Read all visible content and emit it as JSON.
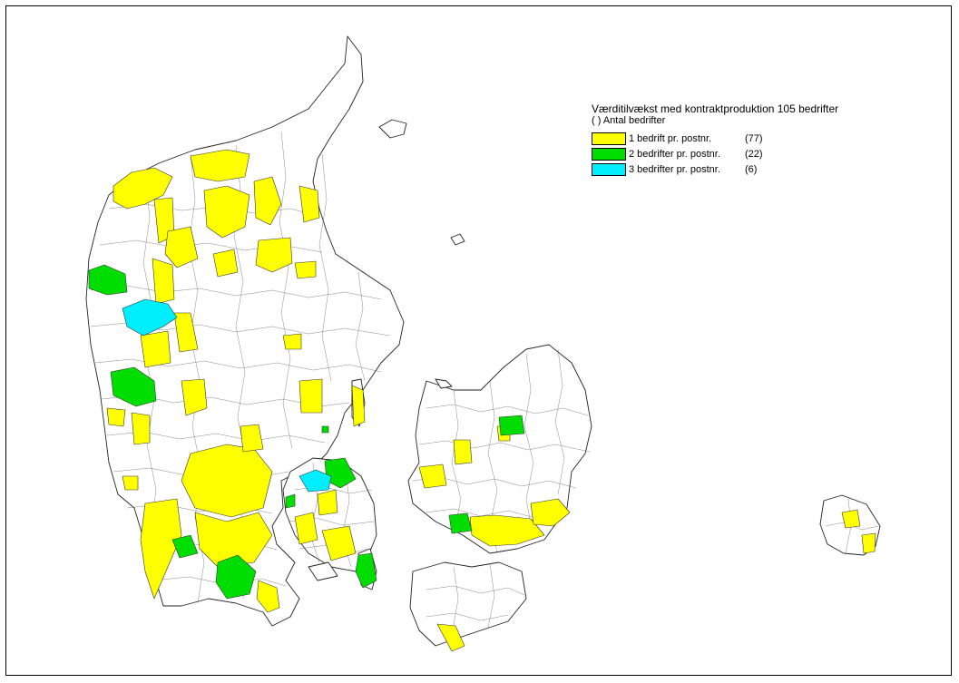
{
  "legend": {
    "title": "Værditilvækst med kontraktproduktion 105 bedrifter",
    "subtitle": "( ) Antal bedrifter",
    "items": [
      {
        "label": "1 bedrift pr. postnr.",
        "count": "(77)",
        "color": "#FFFF00"
      },
      {
        "label": "2 bedrifter pr. postnr.",
        "count": "(22)",
        "color": "#00DD00"
      },
      {
        "label": "3 bedrifter pr. postnr.",
        "count": "(6)",
        "color": "#00EEFF"
      }
    ]
  },
  "colors": {
    "one_farm": "#FFFF00",
    "two_farms": "#00DD00",
    "three_farms": "#00EEFF",
    "background": "#FFFFFF",
    "border": "#000000"
  }
}
